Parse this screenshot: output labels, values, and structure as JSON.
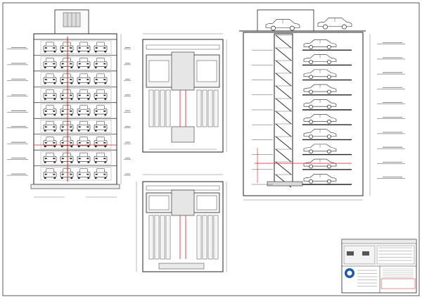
{
  "drawing": {
    "accent_red": "#cc2222",
    "line_color": "#222222",
    "floor_label_text": "",
    "views": [
      {
        "name": "front-elevation",
        "floors": 9
      },
      {
        "name": "plan-view-upper",
        "bays_per_side": 4
      },
      {
        "name": "section-view",
        "floors": 10
      },
      {
        "name": "plan-view-lower",
        "bays_per_side": 4
      }
    ],
    "title_block": {
      "company": "",
      "drawing_title": "",
      "notes": ""
    }
  }
}
